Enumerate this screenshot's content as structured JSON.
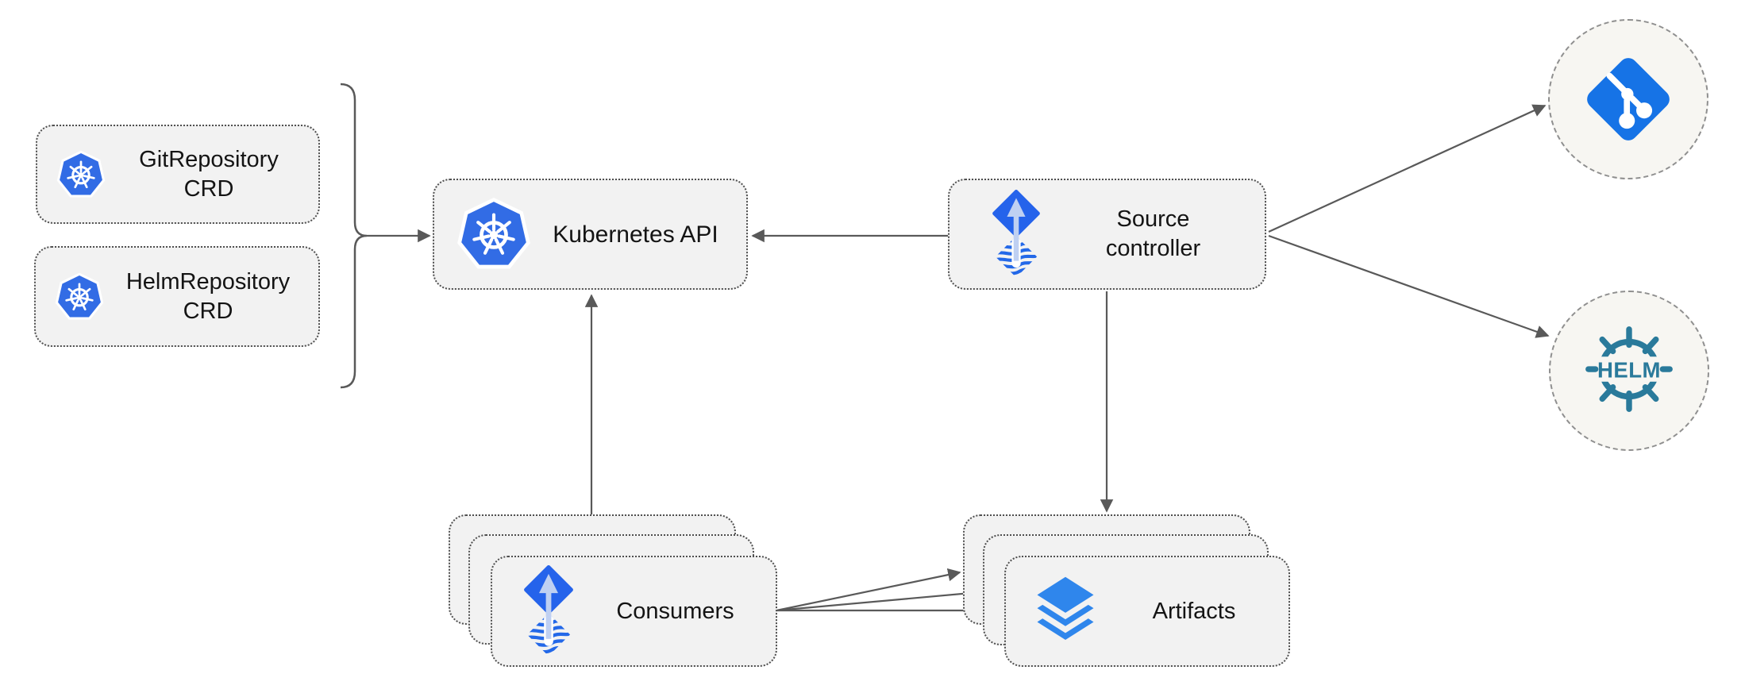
{
  "diagram": {
    "nodes": {
      "git_repository_crd": {
        "line1": "GitRepository",
        "line2": "CRD",
        "icon": "kubernetes-icon"
      },
      "helm_repository_crd": {
        "line1": "HelmRepository",
        "line2": "CRD",
        "icon": "kubernetes-icon"
      },
      "kubernetes_api": {
        "label": "Kubernetes API",
        "icon": "kubernetes-icon"
      },
      "source_controller": {
        "line1": "Source",
        "line2": "controller",
        "icon": "flux-icon"
      },
      "consumers": {
        "label": "Consumers",
        "icon": "flux-icon",
        "stack_count": 3
      },
      "artifacts": {
        "label": "Artifacts",
        "icon": "layers-icon",
        "stack_count": 3
      },
      "git_endpoint": {
        "icon": "git-icon"
      },
      "helm_endpoint": {
        "icon": "helm-icon",
        "label": "HELM"
      }
    },
    "edges": [
      {
        "from": "git_repository_crd+helm_repository_crd",
        "via": "bracket",
        "to": "kubernetes_api"
      },
      {
        "from": "source_controller",
        "to": "kubernetes_api"
      },
      {
        "from": "consumers",
        "to": "kubernetes_api"
      },
      {
        "from": "source_controller",
        "to": "artifacts"
      },
      {
        "from": "source_controller",
        "to": "git_endpoint"
      },
      {
        "from": "source_controller",
        "to": "helm_endpoint"
      },
      {
        "from": "consumers",
        "to": "artifacts",
        "arrow_count": 3
      }
    ],
    "colors": {
      "kubernetes_blue": "#326CE5",
      "flux_diamond_blue": "#2563EB",
      "flux_wave_blue": "#2368E8",
      "flux_arrow_light": "#BFD0F2",
      "git_blue": "#1673E6",
      "helm_teal": "#2A7A9B",
      "layers_blue": "#2F86EC",
      "box_fill": "#F2F2F2",
      "box_border": "#4F4F4F",
      "circle_fill": "#F7F6F2",
      "circle_border": "#8F8F8F",
      "connector_gray": "#595959",
      "text_color": "#141414"
    }
  }
}
